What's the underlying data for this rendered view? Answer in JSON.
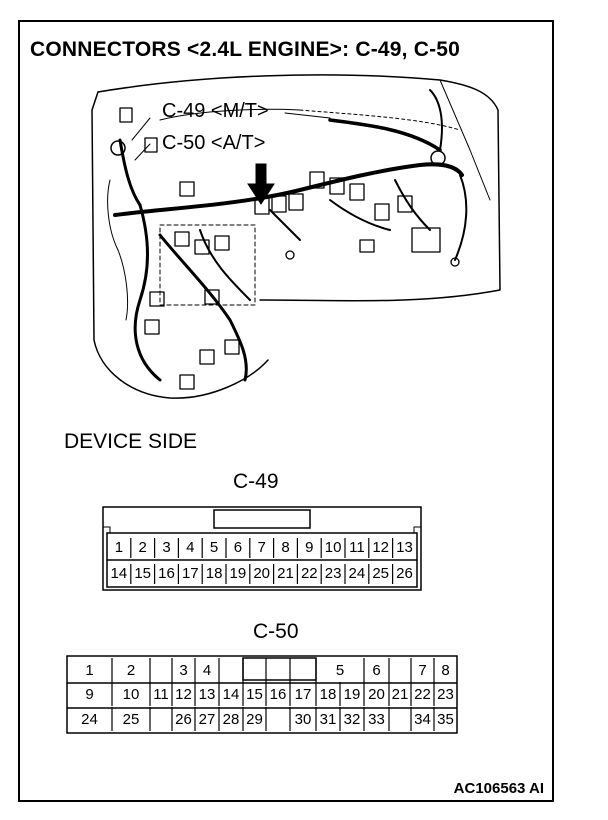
{
  "title": "CONNECTORS <2.4L ENGINE>: C-49, C-50",
  "callouts": {
    "c49": "C-49 <M/T>",
    "c50": "C-50 <A/T>"
  },
  "device_side": "DEVICE SIDE",
  "c49": {
    "label": "C-49",
    "row1": [
      "1",
      "2",
      "3",
      "4",
      "5",
      "6",
      "7",
      "8",
      "9",
      "10",
      "11",
      "12",
      "13"
    ],
    "row2": [
      "14",
      "15",
      "16",
      "17",
      "18",
      "19",
      "20",
      "21",
      "22",
      "23",
      "24",
      "25",
      "26"
    ]
  },
  "c50": {
    "label": "C-50",
    "row1": [
      "1",
      "2",
      "",
      "3",
      "4",
      "",
      "",
      "",
      "",
      "5",
      "6",
      "",
      "7",
      "8"
    ],
    "row2": [
      "9",
      "10",
      "11",
      "12",
      "13",
      "14",
      "15",
      "16",
      "17",
      "18",
      "19",
      "20",
      "21",
      "22",
      "23"
    ],
    "row3": [
      "24",
      "25",
      "",
      "26",
      "27",
      "28",
      "29",
      "",
      "30",
      "31",
      "32",
      "33",
      "",
      "34",
      "35"
    ]
  },
  "footer": "AC106563 AI"
}
